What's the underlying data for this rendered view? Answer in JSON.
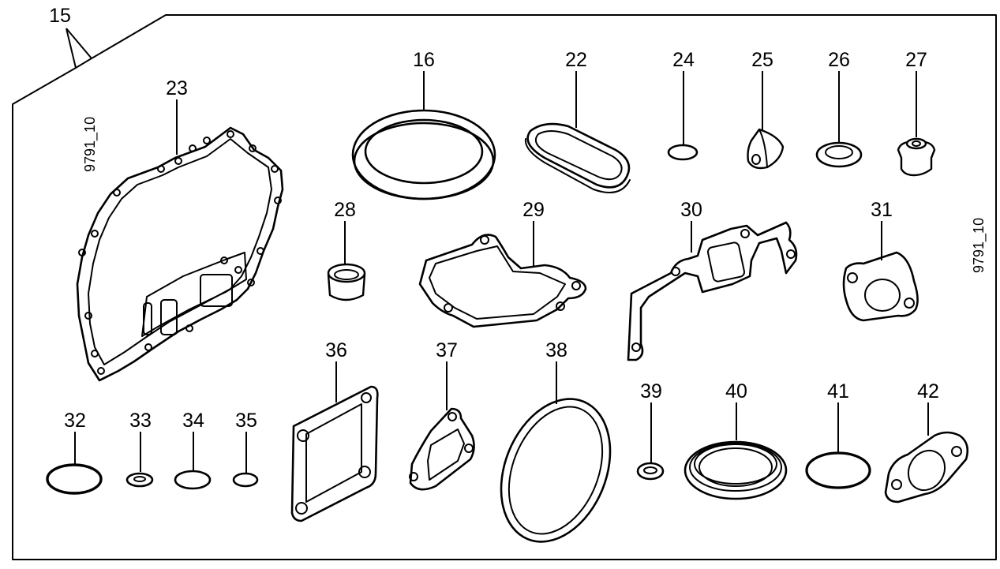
{
  "kit_label": "15",
  "figure_code": "9791_10",
  "parts": [
    {
      "id": "p16",
      "label": "16",
      "shape": "ring-large-bevel"
    },
    {
      "id": "p22",
      "label": "22",
      "shape": "oval-gasket"
    },
    {
      "id": "p23",
      "label": "23",
      "shape": "case-gasket"
    },
    {
      "id": "p24",
      "label": "24",
      "shape": "o-ring"
    },
    {
      "id": "p25",
      "label": "25",
      "shape": "wedge-seal"
    },
    {
      "id": "p26",
      "label": "26",
      "shape": "washer"
    },
    {
      "id": "p27",
      "label": "27",
      "shape": "valve-seal"
    },
    {
      "id": "p28",
      "label": "28",
      "shape": "cup-seal"
    },
    {
      "id": "p29",
      "label": "29",
      "shape": "cover-gasket"
    },
    {
      "id": "p30",
      "label": "30",
      "shape": "manifold-gasket"
    },
    {
      "id": "p31",
      "label": "31",
      "shape": "flange-gasket-2hole"
    },
    {
      "id": "p32",
      "label": "32",
      "shape": "o-ring"
    },
    {
      "id": "p33",
      "label": "33",
      "shape": "washer"
    },
    {
      "id": "p34",
      "label": "34",
      "shape": "o-ring"
    },
    {
      "id": "p35",
      "label": "35",
      "shape": "o-ring"
    },
    {
      "id": "p36",
      "label": "36",
      "shape": "square-gasket-4hole"
    },
    {
      "id": "p37",
      "label": "37",
      "shape": "diamond-gasket"
    },
    {
      "id": "p38",
      "label": "38",
      "shape": "large-gasket-ring"
    },
    {
      "id": "p39",
      "label": "39",
      "shape": "washer"
    },
    {
      "id": "p40",
      "label": "40",
      "shape": "oil-seal"
    },
    {
      "id": "p41",
      "label": "41",
      "shape": "o-ring"
    },
    {
      "id": "p42",
      "label": "42",
      "shape": "flange-gasket-2hole"
    }
  ]
}
